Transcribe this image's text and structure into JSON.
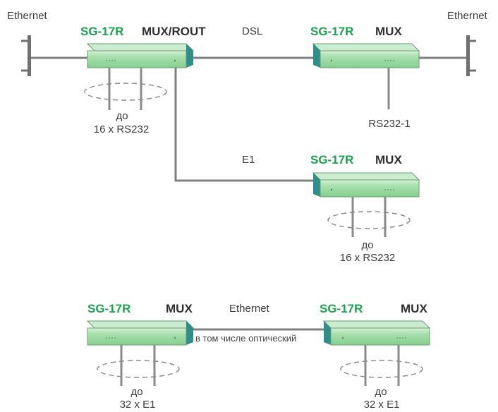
{
  "ethernet_left": "Ethernet",
  "ethernet_right": "Ethernet",
  "link_dsl": "DSL",
  "link_e1": "E1",
  "link_ethernet": "Ethernet",
  "link_ethernet_note": "в том числе оптический",
  "units": {
    "top_left": {
      "model": "SG-17R",
      "role": "MUX/ROUT"
    },
    "top_right": {
      "model": "SG-17R",
      "role": "MUX"
    },
    "mid_right": {
      "model": "SG-17R",
      "role": "MUX"
    },
    "bottom_left": {
      "model": "SG-17R",
      "role": "MUX"
    },
    "bottom_right": {
      "model": "SG-17R",
      "role": "MUX"
    }
  },
  "ports": {
    "top_left": {
      "prefix": "до",
      "count": "16 x RS232"
    },
    "top_right": {
      "single": "RS232-1"
    },
    "mid_right": {
      "prefix": "до",
      "count": "16 x RS232"
    },
    "bottom_left": {
      "prefix": "до",
      "count": "32 x E1"
    },
    "bottom_right": {
      "prefix": "до",
      "count": "32 x E1"
    }
  },
  "colors": {
    "device_fill": "#9fdaa6",
    "device_top": "#c8eccb",
    "device_side": "#2f8f8c",
    "brand": "#1aa24e",
    "line": "#7f7f7f",
    "dash": "#8a8a8a"
  }
}
